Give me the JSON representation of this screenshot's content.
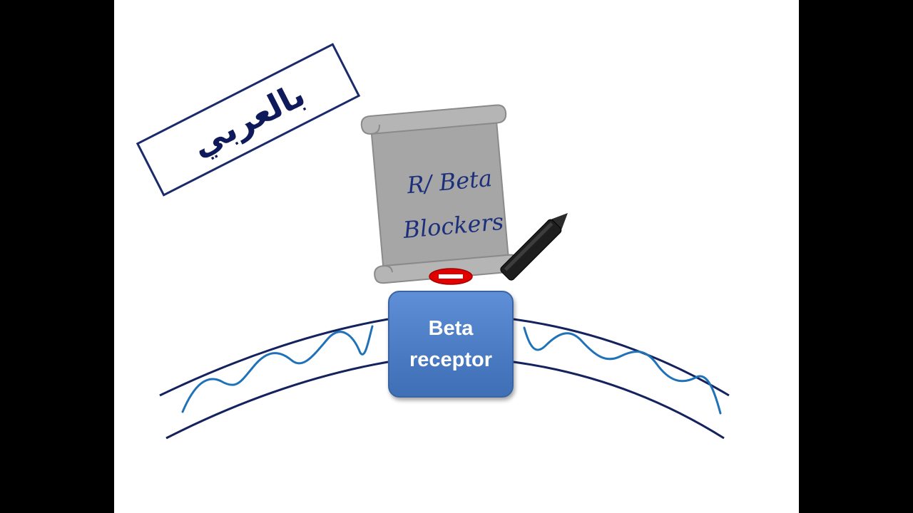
{
  "slide": {
    "arabic_label": "بالعربي",
    "prescription": {
      "line1": "R/ Beta",
      "line2": "Blockers"
    },
    "receptor": {
      "line1": "Beta",
      "line2": "receptor"
    }
  },
  "icons": {
    "scroll": "scroll-icon",
    "pen": "pen-icon",
    "inhibit": "minus-icon"
  },
  "colors": {
    "membrane_line": "#14235e",
    "wave": "#1f72b8",
    "scroll_fill": "#a6a6a6",
    "receptor_fill": "#4f81c8",
    "inhibit_red": "#e00000",
    "text_navy": "#1c2f7a"
  }
}
